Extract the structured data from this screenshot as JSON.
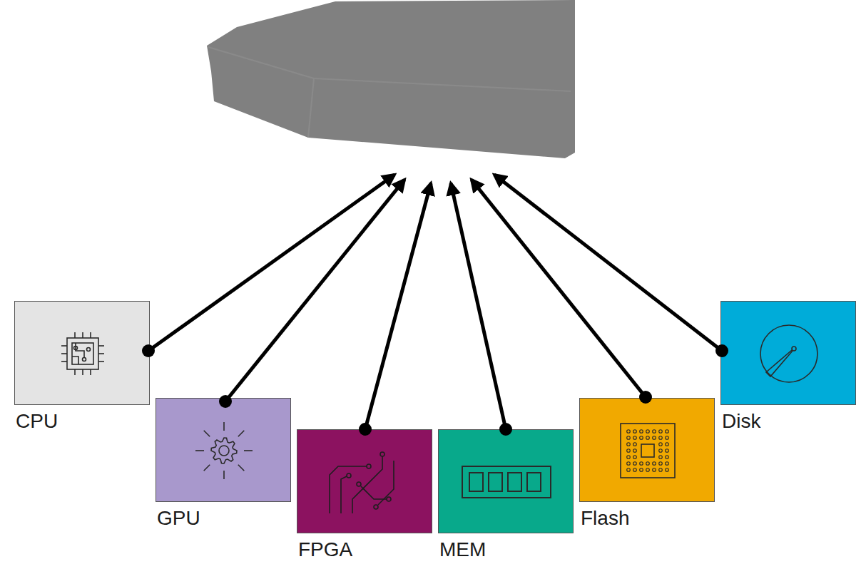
{
  "diagram": {
    "nodes": [
      {
        "text": [
          "CPU"
        ]
      },
      {
        "text": [
          "GPU"
        ]
      },
      {
        "text": [
          "FPGA"
        ]
      },
      {
        "text": [
          "MEM"
        ]
      },
      {
        "text": [
          "Flash"
        ]
      },
      {
        "text": [
          "Disk"
        ]
      }
    ]
  }
}
